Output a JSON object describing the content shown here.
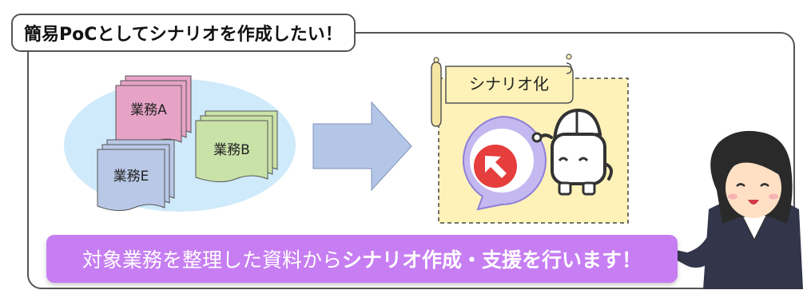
{
  "title": "簡易PoCとしてシナリオを作成したい！",
  "docs": {
    "a": "業務A",
    "b": "業務B",
    "e": "業務E"
  },
  "scroll_label": "シナリオ化",
  "banner": {
    "part1": "対象業務を整理した資料から",
    "part2": "シナリオ作成・支援を行います！"
  },
  "colors": {
    "ellipse": "#cfeafa",
    "doc_a": "#e6a3c6",
    "doc_b": "#c9e2a8",
    "doc_e": "#b9c8e6",
    "arrow": "#b4c6e7",
    "scroll": "#fff2b8",
    "banner": "#c77ef2",
    "logo_red": "#e63d3d"
  }
}
